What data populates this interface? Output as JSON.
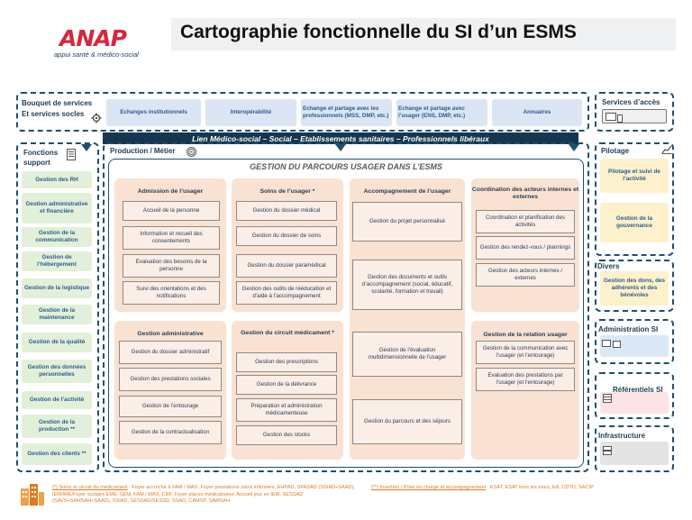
{
  "header": {
    "logo": "ANAP",
    "logo_sub": "appui santé & médico-social",
    "title": "Cartographie fonctionnelle du SI d’un ESMS"
  },
  "bouquet": {
    "title_line1": "Bouquet de services",
    "title_line2": "Et services socles",
    "items": [
      "Echanges institutionnels",
      "Interopérabilité",
      "Echange et partage avec les professionnels (MSS, DMP, etc.)",
      "Echange et partage avec l’usager (ENS, DMP, etc.)",
      "Annuaires"
    ]
  },
  "services_acces": {
    "title": "Services d’accès"
  },
  "lien": "Lien Médico-social – Social – Etablissements sanitaires – Professionnels libéraux",
  "fonctions_support": {
    "title_line1": "Fonctions",
    "title_line2": "support",
    "items": [
      "Gestion des RH",
      "Gestion administrative et financière",
      "Gestion de la communication",
      "Gestion de l’hébergement",
      "Gestion de la logistique",
      "Gestion de la maintenance",
      "Gestion de la qualité",
      "Gestion des données personnelles",
      "Gestion de l’activité",
      "Gestion de la production **",
      "Gestion des clients **"
    ]
  },
  "production": {
    "title": "Production / Métier",
    "parcours_title": "GESTION DU PARCOURS USAGER DANS L’ESMS",
    "admission": {
      "title": "Admission de l’usager",
      "items": [
        "Accueil de la personne",
        "Information et recueil des consentements",
        "Evaluation des besoins de la personne",
        "Suivi des orientations et des notifications"
      ]
    },
    "soins": {
      "title": "Soins de l’usager *",
      "items": [
        "Gestion du dossier médical",
        "Gestion du dossier de soins",
        "Gestion du dossier paramédical",
        "Gestion des outils de rééducation et d’aide à l’accompagnement"
      ]
    },
    "accompagnement": {
      "title": "Accompagnement de l’usager",
      "items": [
        "Gestion du projet personnalisé",
        "Gestion des documents et outils d’accompagnement (social, éducatif, scolarité, formation et travail)",
        "Gestion de l’évaluation multidimensionnelle de l’usager",
        "Gestion du parcours et des séjours"
      ]
    },
    "coordination": {
      "title": "Coordination des acteurs internes et externes",
      "items": [
        "Coordination et planification des activités",
        "Gestion des rendez-vous / plannings",
        "Gestion des acteurs internes / externes"
      ]
    },
    "administrative": {
      "title": "Gestion administrative",
      "items": [
        "Gestion du dossier administratif",
        "Gestion des prestations sociales",
        "Gestion de l’entourage",
        "Gestion de la contractualisation"
      ]
    },
    "circuit": {
      "title": "Gestion du circuit médicament *",
      "items": [
        "Gestion des prescriptions",
        "Gestion de la délivrance",
        "Préparation et administration médicamenteuse",
        "Gestion des stocks"
      ]
    },
    "relation": {
      "title": "Gestion de la relation usager",
      "items": [
        "Gestion de la communication avec l’usager (et l’entourage)",
        "Evaluation des prestations par l’usager (et l’entourage)"
      ]
    }
  },
  "pilotage": {
    "title": "Pilotage",
    "items": [
      "Pilotage et suivi de l’activité",
      "Gestion de la gouvernance"
    ]
  },
  "divers": {
    "title": "Divers",
    "items": [
      "Gestion des dons, des adhérents et des bénévoles"
    ]
  },
  "administration_si": {
    "title": "Administration SI"
  },
  "referentiels_si": {
    "title": "Référentiels SI"
  },
  "infrastructure": {
    "title": "Infrastructure"
  },
  "footnotes": {
    "note1_label": "(*) Soins et circuit du médicament",
    "note1_text": " : Foyer accroché à FAM / MAS, Foyer prestations soins infirmiers, EHPAD, SPASAD (SSIAD+SAAD), IEM/IME/Foyer scolaire EME, SEM, FAM / MAS, CRF, Foyer places médicalisées, Accueil jour en IEM, SESSAD (SAVS+SAMSAH+SAAD), SSIAD, SESSAD/SESSD, SSAD, CAMSP, SAMSAH",
    "note2_label": "(**) Insertion / Prise en charge et accompagnement",
    "note2_text": " : ESAT, ESAT hors les murs, EA, CDTD, SACIP"
  },
  "colors": {
    "navy": "#14364f",
    "support_green": "#e3f0d9",
    "bouquet_blue": "#dbe5f4",
    "production_peach": "#f9e2d2",
    "pilotage_yellow": "#fdf1cc",
    "footnote_orange": "#e07a1f",
    "logo_red": "#d7263d"
  },
  "icons": [
    "gear-icon",
    "document-icon",
    "target-icon",
    "chart-icon",
    "computer-icon",
    "database-icon",
    "server-icon",
    "buildings-icon"
  ]
}
